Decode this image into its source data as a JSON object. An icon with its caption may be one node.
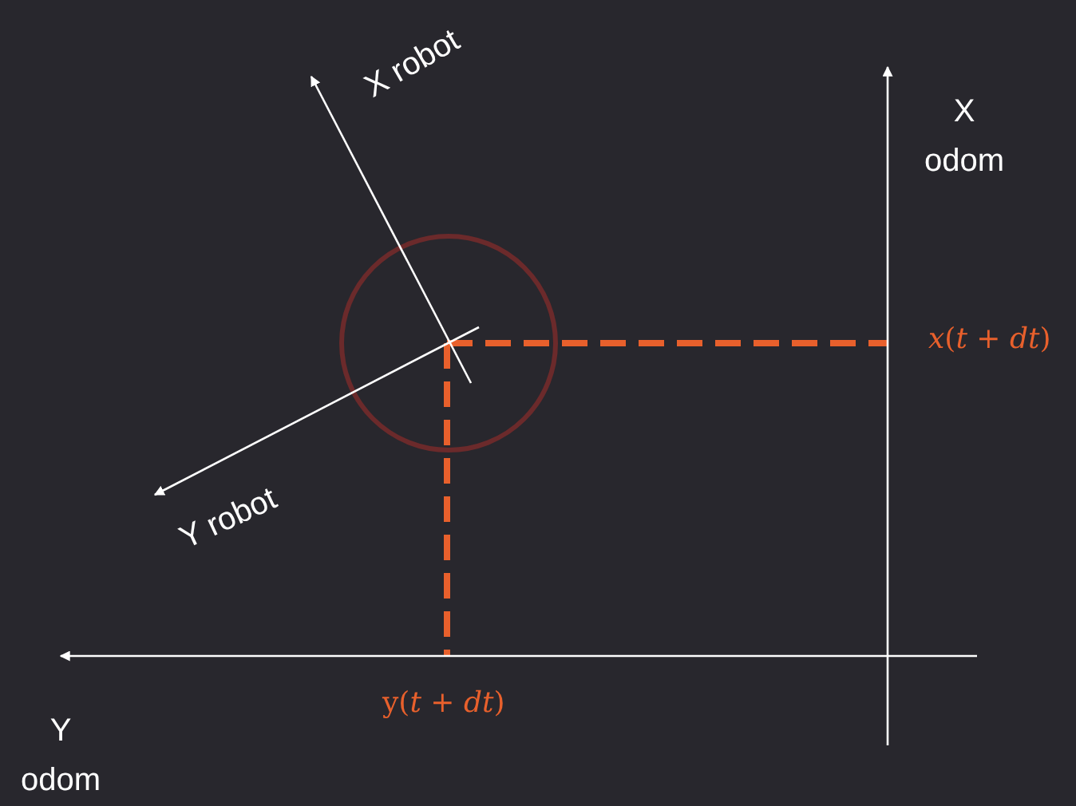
{
  "diagram": {
    "nodes": [
      {
        "text": [],
        "shape": "circle"
      }
    ],
    "labels": [
      "X robot",
      "X odom",
      "*x*(*t* + *dt*)",
      "Y robot",
      "y(*t* + *dt*)",
      "Y odom"
    ]
  }
}
